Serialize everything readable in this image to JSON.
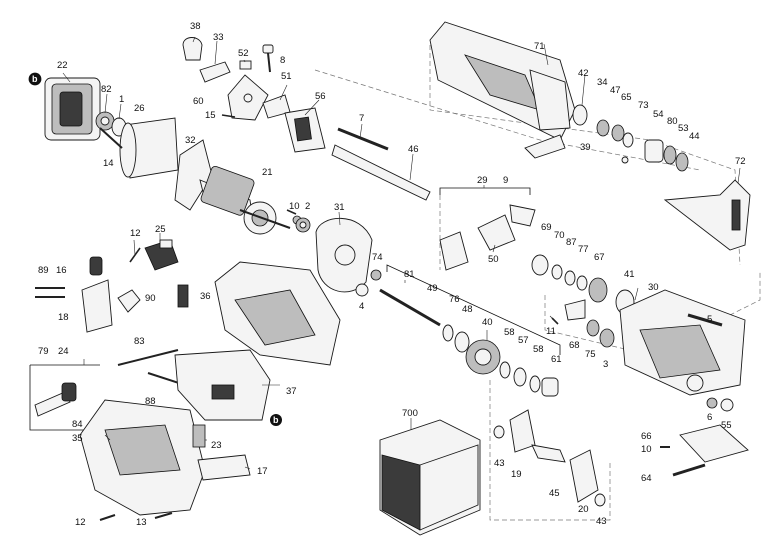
{
  "diagram": {
    "labels": {
      "p38": "38",
      "p33": "33",
      "p52": "52",
      "p8": "8",
      "p51": "51",
      "p60": "60",
      "p15": "15",
      "p22": "22",
      "p82": "82",
      "p1": "1",
      "p26": "26",
      "p14": "14",
      "p32": "32",
      "p21": "21",
      "p56": "56",
      "p7": "7",
      "p46": "46",
      "p10a": "10",
      "p2": "2",
      "p31": "31",
      "p12a": "12",
      "p25": "25",
      "p89": "89",
      "p16": "16",
      "p90": "90",
      "p18": "18",
      "p36": "36",
      "p74": "74",
      "p4": "4",
      "p71": "71",
      "p42": "42",
      "p34": "34",
      "p47": "47",
      "p65": "65",
      "p73": "73",
      "p54": "54",
      "p80": "80",
      "p53": "53",
      "p44": "44",
      "p39": "39",
      "p72": "72",
      "p29": "29",
      "p9": "9",
      "p50": "50",
      "p69": "69",
      "p70": "70",
      "p87": "87",
      "p77": "77",
      "p67": "67",
      "p41": "41",
      "p30": "30",
      "p81": "81",
      "p49": "49",
      "p76": "76",
      "p48": "48",
      "p40": "40",
      "p5": "5",
      "p11": "11",
      "p68": "68",
      "p75": "75",
      "p3": "3",
      "p58a": "58",
      "p57": "57",
      "p58b": "58",
      "p61": "61",
      "p79": "79",
      "p24": "24",
      "p83": "83",
      "p84": "84",
      "p88": "88",
      "p37": "37",
      "p35": "35",
      "p23": "23",
      "p17": "17",
      "p12b": "12",
      "p13": "13",
      "p700": "700",
      "p43a": "43",
      "p19": "19",
      "p45": "45",
      "p20": "20",
      "p43b": "43",
      "p66": "66",
      "p10b": "10",
      "p64": "64",
      "p6": "6",
      "p55": "55"
    },
    "badges": {
      "b1": "b",
      "b2": "b"
    }
  }
}
